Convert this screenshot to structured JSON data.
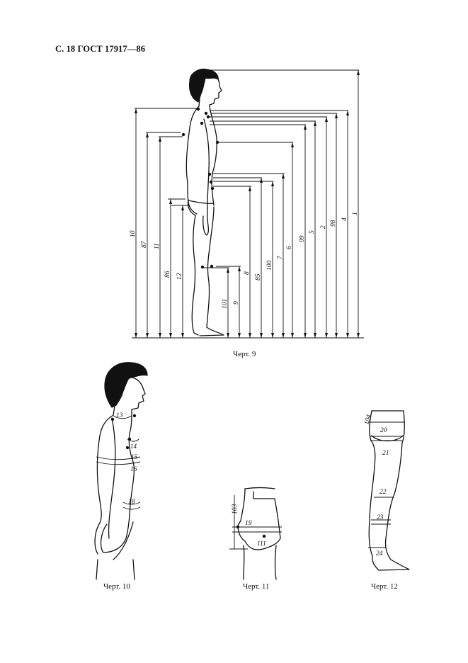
{
  "header": {
    "text": "С. 18 ГОСТ 17917—86"
  },
  "figures": {
    "fig9": {
      "caption": "Черт. 9",
      "labels": [
        "10",
        "87",
        "11",
        "86",
        "12",
        "101",
        "9",
        "8",
        "85",
        "100",
        "7",
        "6",
        "99",
        "5",
        "2",
        "98",
        "4",
        "1"
      ]
    },
    "fig10": {
      "caption": "Черт. 10",
      "labels": [
        "13",
        "14",
        "15",
        "16",
        "18"
      ]
    },
    "fig11": {
      "caption": "Черт. 11",
      "labels": [
        "103",
        "19",
        "111"
      ]
    },
    "fig12": {
      "caption": "Черт. 12",
      "labels": [
        "104",
        "20",
        "21",
        "22",
        "23",
        "24"
      ]
    }
  }
}
